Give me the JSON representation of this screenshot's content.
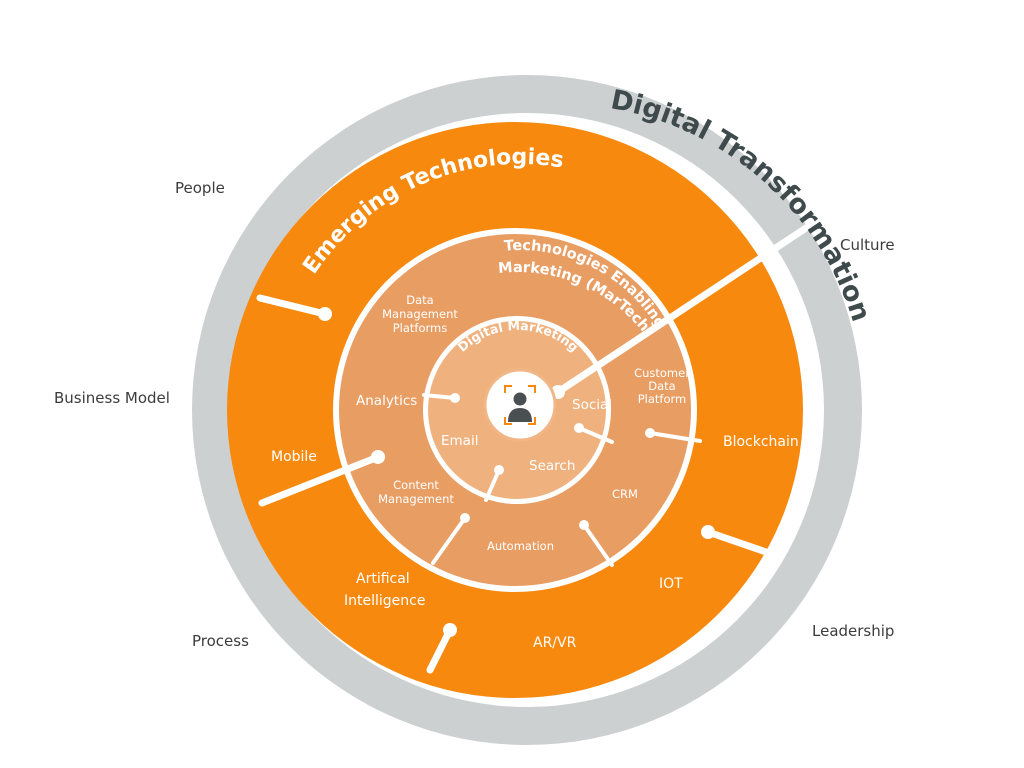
{
  "colors": {
    "outer_ring": "#cdd0d1",
    "emerging": "#f7890f",
    "martech": "#e89d63",
    "digital_marketing": "#efb27e",
    "center_icon": "#ffffff",
    "divider": "#ffffff"
  },
  "titles": {
    "digital_transformation": "Digital Transformation",
    "emerging_technologies": "Emerging Technologies",
    "martech_line1": "Technologies Enabling",
    "martech_line2": "Marketing (MarTech)",
    "digital_marketing": "Digital Marketing"
  },
  "outer_labels": {
    "people": "People",
    "culture": "Culture",
    "business_model": "Business Model",
    "process": "Process",
    "leadership": "Leadership"
  },
  "emerging_items": {
    "mobile": "Mobile",
    "blockchain": "Blockchain",
    "iot": "IOT",
    "ai_line1": "Artifical",
    "ai_line2": "Intelligence",
    "arvr": "AR/VR"
  },
  "martech_items": {
    "dmp_line1": "Data",
    "dmp_line2": "Management",
    "dmp_line3": "Platforms",
    "analytics": "Analytics",
    "cdp_line1": "Customer",
    "cdp_line2": "Data",
    "cdp_line3": "Platform",
    "crm": "CRM",
    "automation": "Automation",
    "cm_line1": "Content",
    "cm_line2": "Management"
  },
  "digital_marketing_items": {
    "social": "Social",
    "email": "Email",
    "search": "Search"
  },
  "center_icon": "person-icon"
}
